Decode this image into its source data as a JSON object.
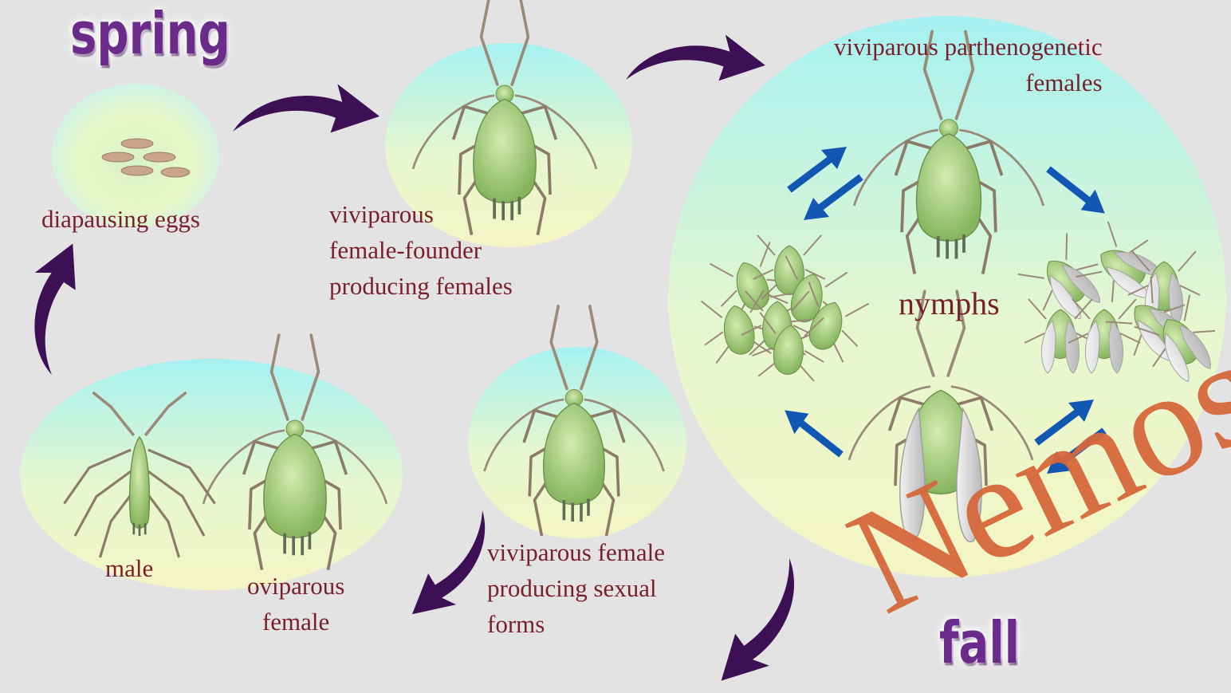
{
  "seasons": {
    "spring": "spring",
    "fall": "fall"
  },
  "stages": {
    "eggs": "diapausing eggs",
    "founder": "viviparous\nfemale-founder\nproducing females",
    "parthenogenetic": "viviparous parthenogenetic\nfemales",
    "nymphs": "nymphs",
    "sexual_producer": "viviparous female\nproducing sexual\nforms",
    "male": "male",
    "oviparous": "oviparous\nfemale"
  },
  "watermark": "Nemose",
  "icons": {
    "cycle_arrow": "curved-arrow-icon",
    "transition_arrow": "straight-arrow-icon",
    "egg": "egg-icon",
    "aphid": "aphid-icon"
  },
  "colors": {
    "background": "#e3e3e3",
    "cycle_arrow": "#3d0f55",
    "transition_arrow": "#1257b4",
    "label": "#7a1f2a",
    "season": "#6a2b8a",
    "watermark": "#d6683c",
    "aphid_body": "#a8cf7a"
  }
}
